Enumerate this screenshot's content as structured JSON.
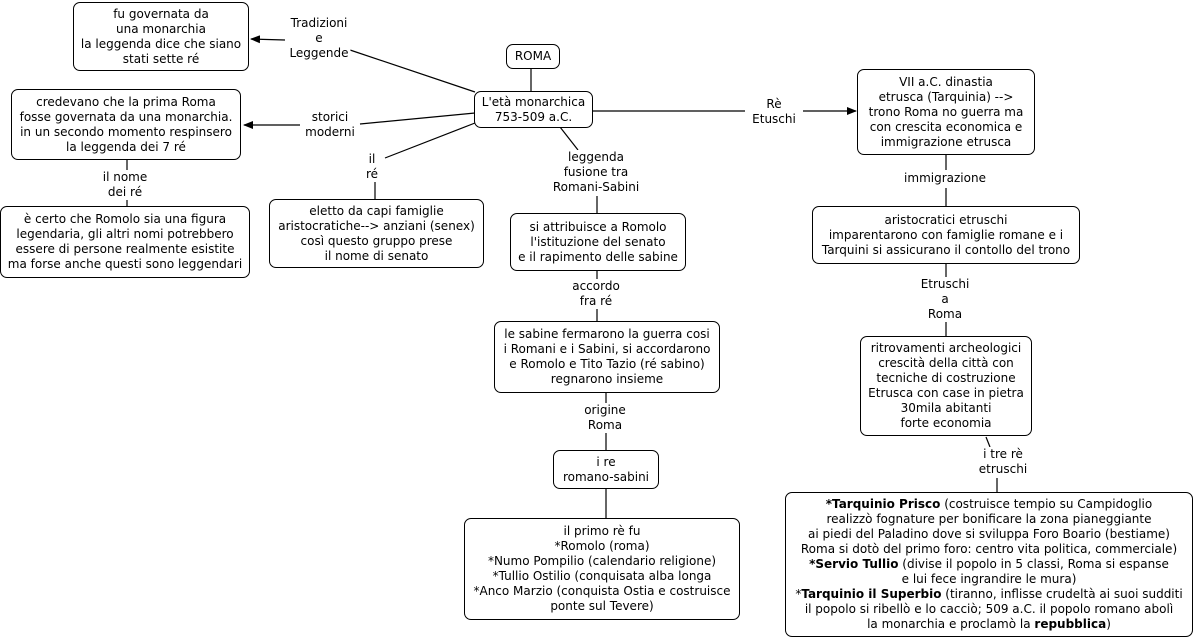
{
  "nodes": {
    "roma": [
      "ROMA"
    ],
    "eta": [
      "L'età monarchica",
      "753-509 a.C."
    ],
    "tradizioni": [
      "fu governata da",
      "una monarchia",
      "la leggenda dice che siano",
      "stati sette ré"
    ],
    "storici": [
      "credevano che la prima Roma",
      "fosse governata da una monarchia.",
      "in un secondo momento respinsero",
      "la leggenda dei 7 ré"
    ],
    "romolo": [
      "è certo che Romolo sia una figura",
      "legendaria, gli altri nomi potrebbero",
      "essere di persone realmente esistite",
      "ma forse anche questi sono leggendari"
    ],
    "senato": [
      "eletto da capi famiglie",
      "aristocratiche--> anziani (senex)",
      "così questo gruppo prese",
      "il nome di senato"
    ],
    "attribuisce": [
      "si attribuisce a Romolo",
      "l'istituzione del senato",
      "e il rapimento delle sabine"
    ],
    "sabine": [
      "le sabine fermarono la guerra cosi",
      "i Romani e i Sabini, si accordarono",
      "e Romolo e Tito Tazio (ré sabino)",
      "regnarono insieme"
    ],
    "ire": [
      "i re",
      "romano-sabini"
    ],
    "primo": [
      "il primo rè fu",
      "*Romolo (roma)",
      "*Numo Pompilio (calendario religione)",
      "*Tullio Ostilio (conquisata alba longa",
      "*Anco Marzio (conquista Ostia e costruisce",
      "ponte sul Tevere)"
    ],
    "vii": [
      "VII a.C. dinastia",
      "etrusca (Tarquinia) -->",
      "trono Roma no guerra ma",
      "con crescita economica e",
      "immigrazione etrusca"
    ],
    "aristocratici": [
      "aristocratici etruschi",
      "imparentarono con famiglie romane e i",
      "Tarquini si assicurano il contollo del trono"
    ],
    "ritrovamenti": [
      "ritrovamenti archeologici",
      "crescità della città con",
      "tecniche di costruzione",
      "Etrusca con case in pietra",
      "30mila abitanti",
      "forte economia"
    ],
    "tarquinio": [
      {
        "b": "*Tarquinio Prisco",
        "t": " (costruisce tempio su Campidoglio"
      },
      {
        "t": "realizzò fognature per bonificare la zona pianeggiante"
      },
      {
        "t": "ai piedi del Paladino dove si sviluppa Foro Boario (bestiame)"
      },
      {
        "t": "Roma si dotò del primo foro: centro vita politica, commerciale)"
      },
      {
        "b": "*Servio Tullio",
        "t": " (divise il popolo in 5 classi, Roma si espanse"
      },
      {
        "t": "e lui fece ingrandire le mura)"
      },
      {
        "t": "*",
        "b2": "Tarquinio il Superbio",
        "t2": " (tiranno, inflisse crudeltà ai suoi sudditi"
      },
      {
        "t": "il popolo si ribellò e lo cacciò; 509 a.C. il popolo romano abolì"
      },
      {
        "t": "la monarchia e proclamò la ",
        "b2": "repubblica",
        "t2": ")"
      }
    ]
  },
  "labels": {
    "tradizioni": [
      "Tradizioni",
      "e",
      "Leggende"
    ],
    "storici": [
      "storici",
      "moderni"
    ],
    "nome": [
      "il nome",
      "dei ré"
    ],
    "ilre": [
      "il",
      "ré"
    ],
    "leggenda": [
      "leggenda",
      "fusione tra",
      "Romani-Sabini"
    ],
    "accordo": [
      "accordo",
      "fra ré"
    ],
    "origine": [
      "origine",
      "Roma"
    ],
    "re_etruschi": [
      "Rè",
      "Etuschi"
    ],
    "immigrazione": [
      "immigrazione"
    ],
    "etruschi_roma": [
      "Etruschi",
      "a",
      "Roma"
    ],
    "tre_re": [
      "i tre rè",
      "etruschi"
    ]
  }
}
